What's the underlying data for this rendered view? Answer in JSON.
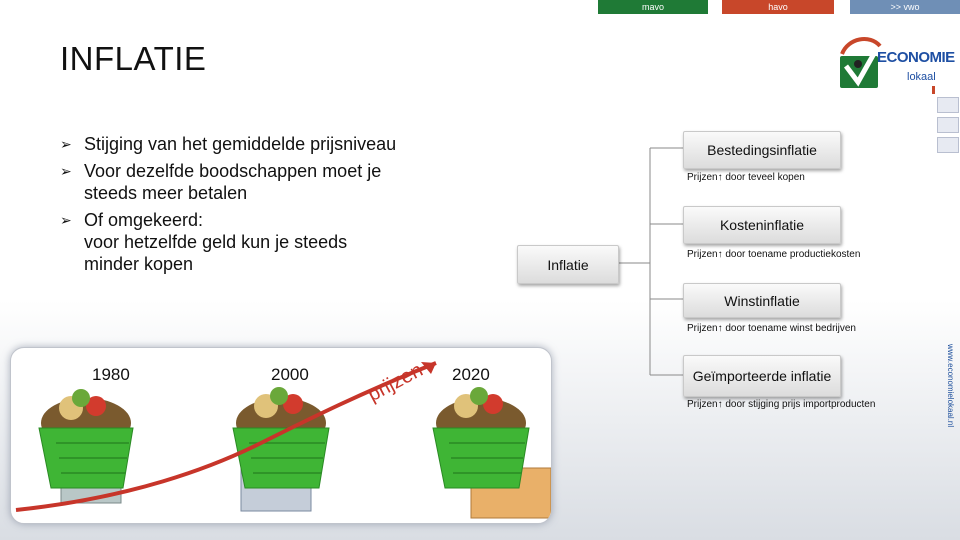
{
  "nav": {
    "tab1": "mavo",
    "tab2": "havo",
    "tab3": ">> vwo"
  },
  "title": "INFLATIE",
  "logo": {
    "top": "ECONOMIE",
    "bottom": "lokaal"
  },
  "website": "www.economielokaal.nl",
  "bullets": [
    {
      "line1": "Stijging van het gemiddelde prijsniveau",
      "line2": ""
    },
    {
      "line1": "Voor dezelfde boodschappen moet je",
      "line2": "steeds meer betalen"
    },
    {
      "line1": "Of omgekeerd:",
      "line2": "voor hetzelfde geld kun je steeds",
      "line3": "minder kopen"
    }
  ],
  "diagram": {
    "center": "Inflatie",
    "types": [
      {
        "label": "Bestedingsinflatie",
        "desc": "Prijzen↑ door teveel kopen"
      },
      {
        "label": "Kosteninflatie",
        "desc": "Prijzen↑ door toename productiekosten"
      },
      {
        "label": "Winstinflatie",
        "desc": "Prijzen↑ door toename winst bedrijven"
      },
      {
        "label": "Geïmporteerde inflatie",
        "desc": "Prijzen↑ door stijging prijs importproducten"
      }
    ]
  },
  "photo": {
    "years": [
      "1980",
      "2000",
      "2020"
    ],
    "trend_label": "prijzen"
  },
  "colors": {
    "mavo": "#1f7a36",
    "havo": "#c8472a",
    "vwo": "#6f8fb6",
    "arrow": "#c7352a",
    "basket": "#3fb535"
  }
}
